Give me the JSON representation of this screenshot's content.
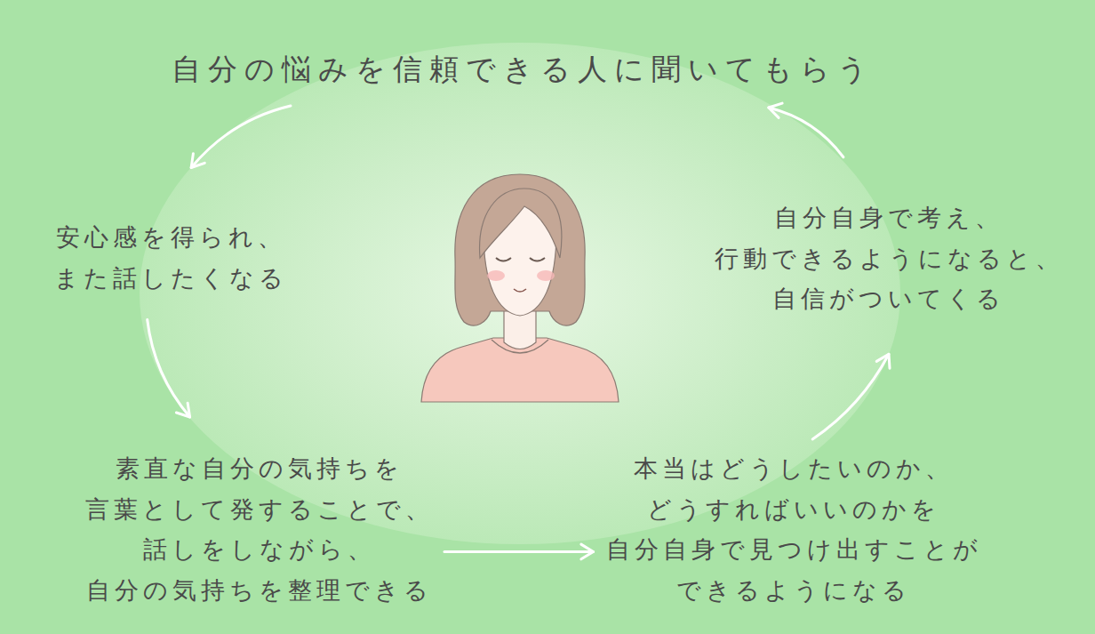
{
  "diagram": {
    "nodes": [
      {
        "text": [
          "自分の悩みを信頼できる人に聞いてもらう"
        ]
      },
      {
        "text": [
          "安心感を得られ、 また話したくなる"
        ]
      },
      {
        "text": [
          "素直な自分の気持ちを 言葉として発することで、 話しをしながら、 自分の気持ちを整理できる"
        ]
      },
      {
        "text": [
          "本当はどうしたいのか、 どうすればいいのかを 自分自身で見つけ出すことが できるようになる"
        ]
      },
      {
        "text": [
          "自分自身で考え、 行動できるようになると、 自信がついてくる"
        ]
      }
    ],
    "edges": [
      {
        "from": 0,
        "to": 1,
        "arrow": "to"
      },
      {
        "from": 1,
        "to": 2,
        "arrow": "to"
      },
      {
        "from": 2,
        "to": 3,
        "arrow": "to"
      },
      {
        "from": 3,
        "to": 4,
        "arrow": "to"
      },
      {
        "from": 4,
        "to": 0,
        "arrow": "to"
      }
    ]
  }
}
